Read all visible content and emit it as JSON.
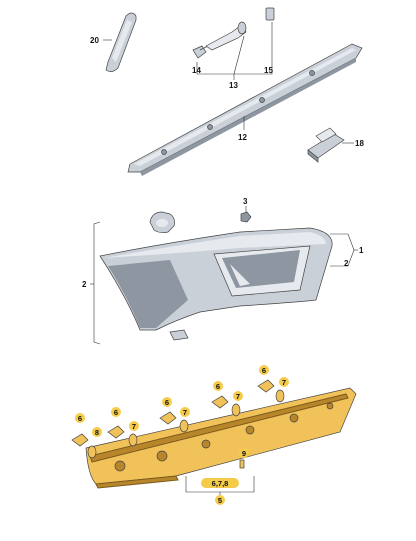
{
  "colors": {
    "part_fill": "#c9d0d8",
    "part_light": "#e6eaee",
    "part_dark": "#8d96a1",
    "highlight_fill": "#f2c25a",
    "highlight_dark": "#b8862a",
    "badge": "#f4cc4a"
  },
  "callouts": {
    "c1": "1",
    "c2_right": "2",
    "c2_left": "2",
    "c3": "3",
    "c12": "12",
    "c13": "13",
    "c14": "14",
    "c15": "15",
    "c18": "18",
    "c20": "20"
  },
  "badges": {
    "b6_1": "6",
    "b8_1": "8",
    "b6_2": "6",
    "b7_1": "7",
    "b6_3": "6",
    "b7_2": "7",
    "b6_4": "6",
    "b7_3": "7",
    "b6_5": "6",
    "b7_4": "7",
    "b9": "9",
    "b678": "6,7,8",
    "b5": "5"
  }
}
